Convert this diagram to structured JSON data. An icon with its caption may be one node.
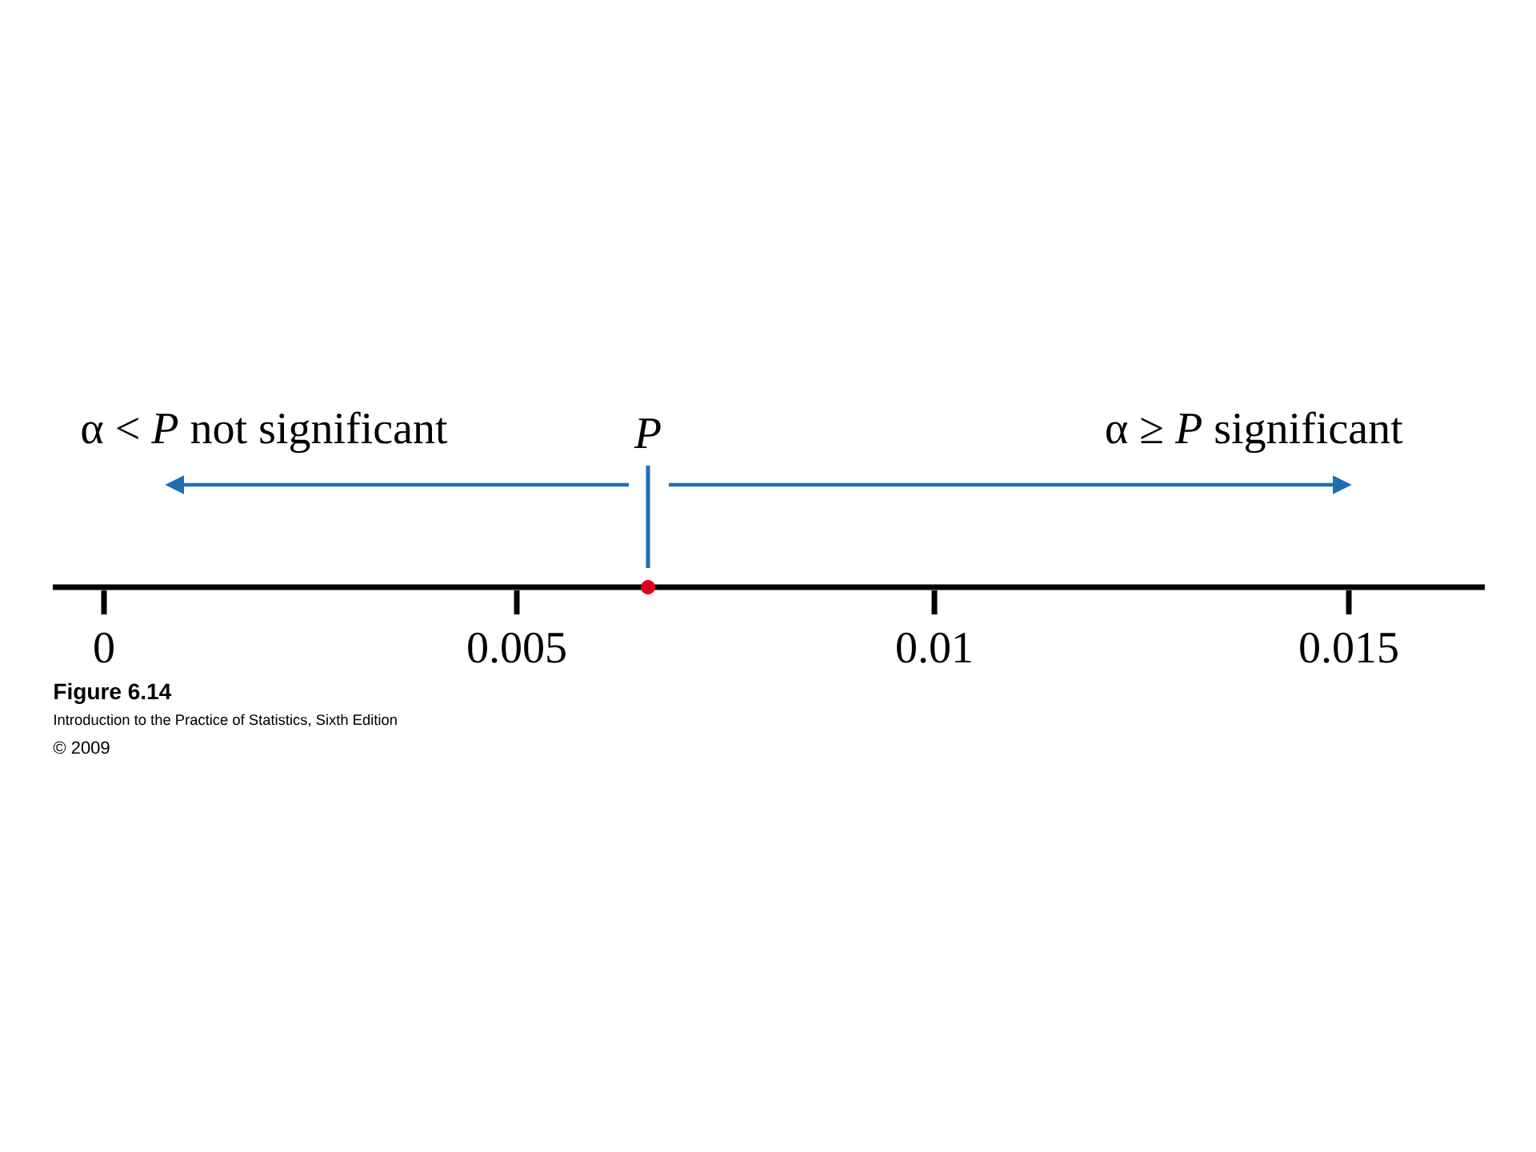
{
  "diagram": {
    "caption": "Figure 6.14",
    "labels": [
      "α < *P* not significant",
      "P",
      "α ≥ *P* significant",
      "0",
      "0.005",
      "0.01",
      "0.015",
      "Introduction to the Practice of Statistics, Sixth Edition",
      "© 2009"
    ]
  }
}
